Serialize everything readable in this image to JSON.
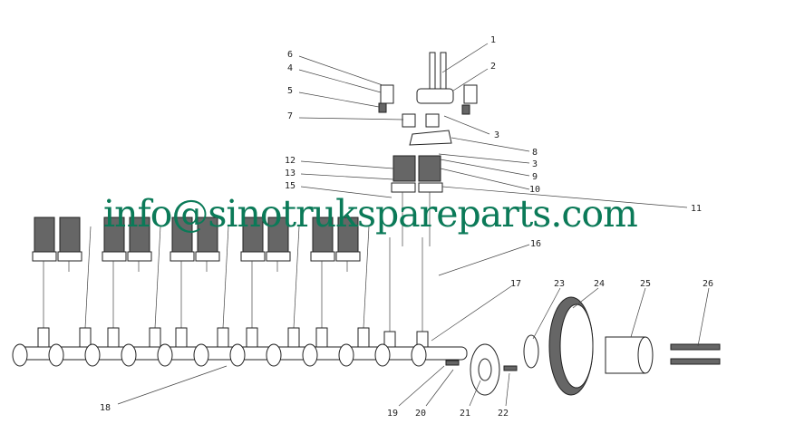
{
  "diagram": {
    "callouts": {
      "c1": "1",
      "c2": "2",
      "c3a": "3",
      "c3b": "3",
      "c4": "4",
      "c5": "5",
      "c6": "6",
      "c7": "7",
      "c8": "8",
      "c9": "9",
      "c10": "10",
      "c11": "11",
      "c12": "12",
      "c13": "13",
      "c15": "15",
      "c16": "16",
      "c17": "17",
      "c18": "18",
      "c19": "19",
      "c20": "20",
      "c21": "21",
      "c22": "22",
      "c23": "23",
      "c24": "24",
      "c25": "25",
      "c26": "26"
    },
    "watermark": "info@sinotrukspareparts.com",
    "watermark_color": "#0b7a58"
  }
}
